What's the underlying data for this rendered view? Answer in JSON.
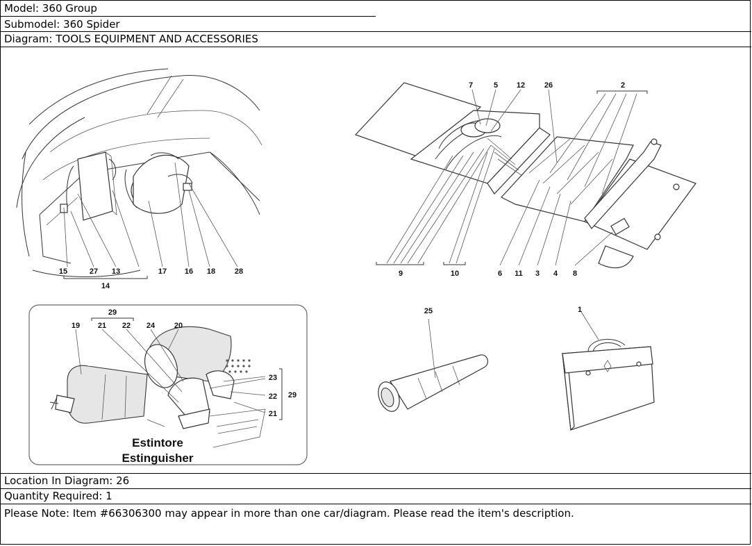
{
  "header": {
    "model": "Model: 360 Group",
    "submodel": "Submodel: 360 Spider",
    "diagram": "Diagram: TOOLS EQUIPMENT AND ACCESSORIES"
  },
  "diagram": {
    "callouts": {
      "c15": "15",
      "c27": "27",
      "c13": "13",
      "c17": "17",
      "c16": "16",
      "c18": "18",
      "c28": "28",
      "c14": "14",
      "c7": "7",
      "c5": "5",
      "c12": "12",
      "c26": "26",
      "c2": "2",
      "c9": "9",
      "c10": "10",
      "c6": "6",
      "c11": "11",
      "c3": "3",
      "c4": "4",
      "c8": "8",
      "c29a": "29",
      "c19": "19",
      "c21a": "21",
      "c22a": "22",
      "c24": "24",
      "c20": "20",
      "c23": "23",
      "c22b": "22",
      "c21b": "21",
      "c29b": "29",
      "c25": "25",
      "c1": "1"
    },
    "caption_it": "Estintore",
    "caption_en": "Estinguisher"
  },
  "footer": {
    "location": "Location In Diagram: 26",
    "quantity": "Quantity Required: 1",
    "note": "Please Note: Item #66306300 may appear in more than one car/diagram. Please read the item's description."
  }
}
